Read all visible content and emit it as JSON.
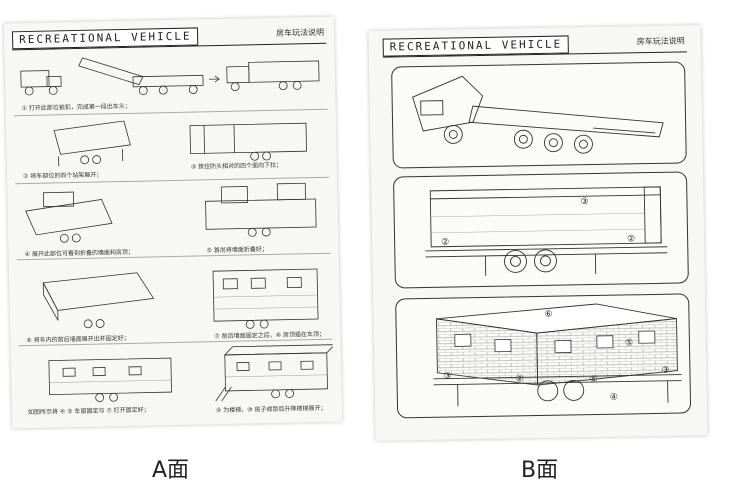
{
  "sheet_a": {
    "title": "RECREATIONAL VEHICLE",
    "subtitle": "房车玩法说明",
    "steps": [
      {
        "captions": [
          "① 打开此部位锁扣，完成第一段出车头；"
        ]
      },
      {
        "captions": [
          "② 将车部位的四个站架展开；",
          "③ 按住防头相对的四个面向下拉；"
        ]
      },
      {
        "captions": [
          "④ 展开此部位可看到折叠的墙面和房顶；",
          "⑤ 首尚将墙面折叠好；"
        ]
      },
      {
        "captions": [
          "⑥ 将车内的前后墙面展开出并固定好；",
          "⑦ 前后墙面固定之后，⑧ 房顶插在车顶；"
        ]
      },
      {
        "captions": [
          "如图所示将 ④ ⑤ 车窗固定与 ⑦ 打开固定好；",
          "⑨ 为楼梯，⑩ 房子成型后升降楼梯展开；"
        ]
      }
    ]
  },
  "sheet_b": {
    "title": "RECREATIONAL VEHICLE",
    "subtitle": "房车玩法说明",
    "panels": [
      {
        "name": "tractor-truck"
      },
      {
        "name": "cargo-trailer",
        "markers": [
          "③",
          "②",
          "②"
        ]
      },
      {
        "name": "brick-house-trailer",
        "markers": [
          "⑥",
          "⑤",
          "③",
          "②",
          "③",
          "⑤",
          "④"
        ]
      }
    ]
  },
  "labels": {
    "a": "A面",
    "b": "B面"
  }
}
